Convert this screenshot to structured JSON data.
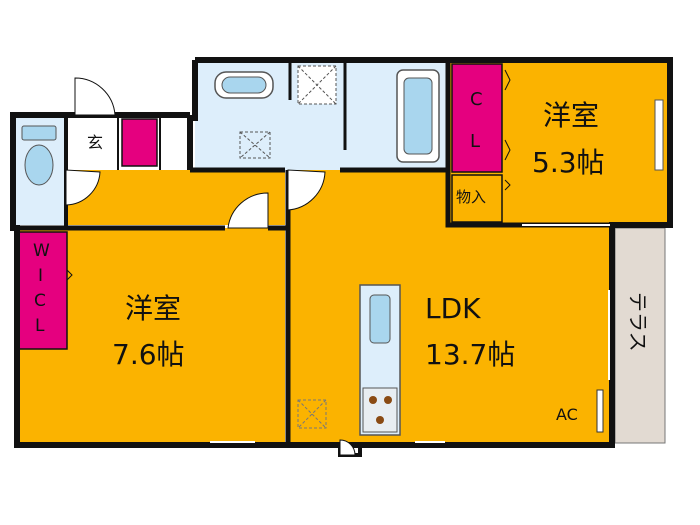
{
  "floor_plan": {
    "rooms": {
      "western_room_1": {
        "name": "洋室",
        "size": "5.3帖"
      },
      "western_room_2": {
        "name": "洋室",
        "size": "7.6帖"
      },
      "ldk": {
        "name": "LDK",
        "size": "13.7帖"
      }
    },
    "labels": {
      "closet_c": "C",
      "closet_l": "L",
      "storage": "物入",
      "entrance": "玄",
      "wic_w": "W",
      "wic_i": "I",
      "wic_c": "C",
      "wic_l": "L",
      "terrace": "テラス",
      "air_conditioner": "AC"
    },
    "colors": {
      "room_fill": "#FBB300",
      "closet_fill": "#E5007F",
      "wet_area_fill": "#DDEEFB",
      "terrace_fill": "#E2DAD2",
      "fixture_fill": "#A9D6EE",
      "wall": "#111111"
    }
  }
}
